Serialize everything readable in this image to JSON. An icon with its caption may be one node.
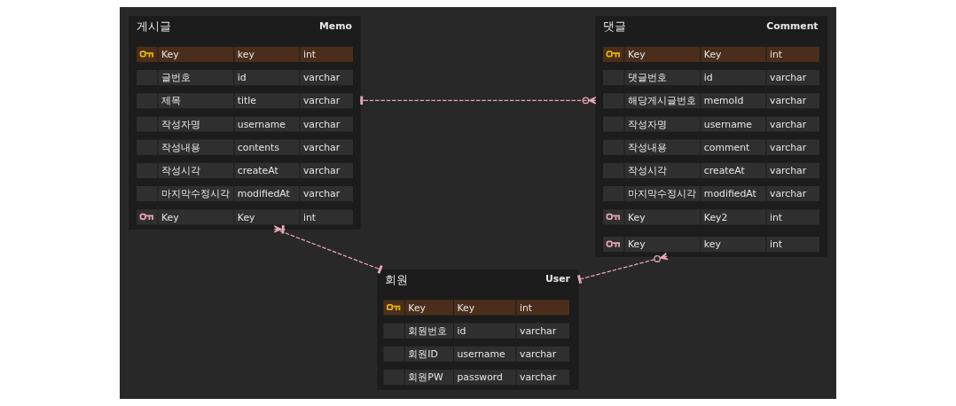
{
  "diagram": {
    "nodes": [
      {
        "text": [
          "게시글",
          "Memo"
        ]
      },
      {
        "text": [
          "Key",
          "key",
          "int"
        ],
        "in": 0
      },
      {
        "text": [
          "글번호",
          "id",
          "varchar"
        ],
        "in": 0
      },
      {
        "text": [
          "제목",
          "title",
          "varchar"
        ],
        "in": 0
      },
      {
        "text": [
          "작성자명",
          "username",
          "varchar"
        ],
        "in": 0
      },
      {
        "text": [
          "작성내용",
          "contents",
          "varchar"
        ],
        "in": 0
      },
      {
        "text": [
          "작성시각",
          "createAt",
          "varchar"
        ],
        "in": 0
      },
      {
        "text": [
          "마지막수정시각",
          "modifiedAt",
          "varchar"
        ],
        "in": 0
      },
      {
        "text": [
          "Key",
          "Key",
          "int"
        ],
        "in": 0
      },
      {
        "text": [
          "댓글",
          "Comment"
        ]
      },
      {
        "text": [
          "Key",
          "Key",
          "int"
        ],
        "in": 9
      },
      {
        "text": [
          "댓글번호",
          "id",
          "varchar"
        ],
        "in": 9
      },
      {
        "text": [
          "해당게시글번호",
          "memoId",
          "varchar"
        ],
        "in": 9
      },
      {
        "text": [
          "작성자명",
          "username",
          "varchar"
        ],
        "in": 9
      },
      {
        "text": [
          "작성내용",
          "comment",
          "varchar"
        ],
        "in": 9
      },
      {
        "text": [
          "작성시각",
          "createAt",
          "varchar"
        ],
        "in": 9
      },
      {
        "text": [
          "마지막수정시각",
          "modifiedAt",
          "varchar"
        ],
        "in": 9
      },
      {
        "text": [
          "Key",
          "Key2",
          "int"
        ],
        "in": 9
      },
      {
        "text": [
          "Key",
          "key",
          "int"
        ],
        "in": 9
      },
      {
        "text": [
          "회원",
          "User"
        ]
      },
      {
        "text": [
          "Key",
          "Key",
          "int"
        ],
        "in": 19
      },
      {
        "text": [
          "회원번호",
          "id",
          "varchar"
        ],
        "in": 19
      },
      {
        "text": [
          "회원ID",
          "username",
          "varchar"
        ],
        "in": 19
      },
      {
        "text": [
          "회원PW",
          "password",
          "varchar"
        ],
        "in": 19
      }
    ],
    "edges": [
      {
        "from": 0,
        "to": 9,
        "arrow": "other",
        "style": "dashed"
      },
      {
        "from": 0,
        "to": 19,
        "arrow": "other",
        "style": "dashed"
      },
      {
        "from": 9,
        "to": 19,
        "arrow": "other",
        "style": "dashed"
      }
    ]
  }
}
